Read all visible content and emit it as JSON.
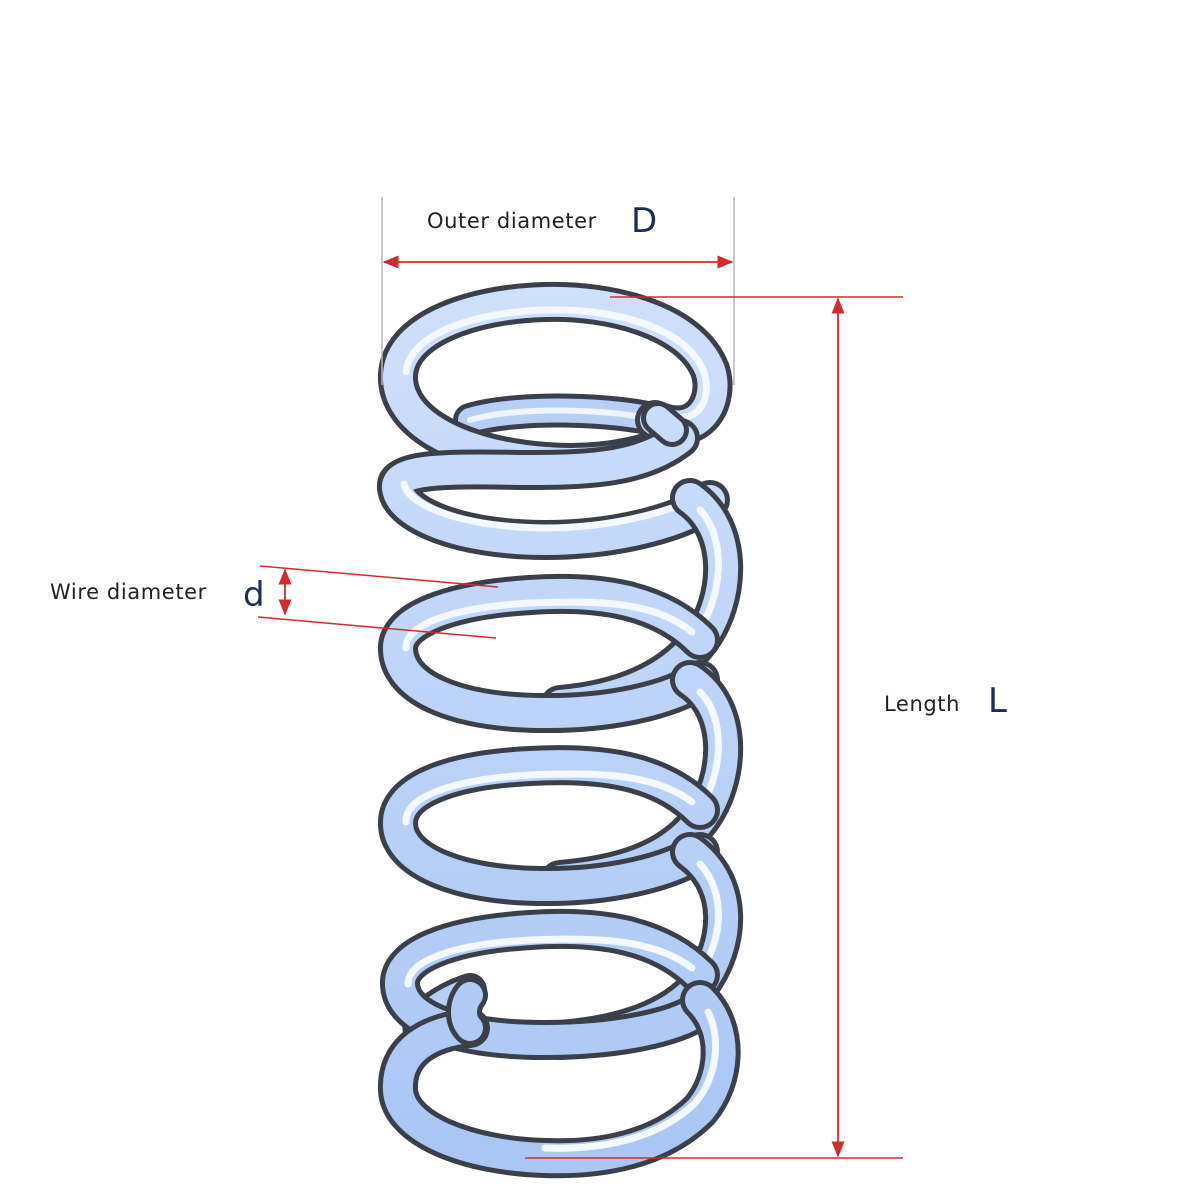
{
  "labels": {
    "outer_diameter": {
      "text": "Outer diameter",
      "symbol": "D"
    },
    "wire_diameter": {
      "text": "Wire diameter",
      "symbol": "d"
    },
    "length": {
      "text": "Length",
      "symbol": "L"
    }
  },
  "colors": {
    "dimension_line": "#d42a2a",
    "extension_line": "#b9b9b9",
    "label_text": "#222222",
    "symbol_text": "#1a2d5a",
    "spring_highlight": "#dceaff",
    "spring_mid": "#8fb4ee",
    "spring_shadow": "#3a3f4a"
  },
  "icons": {
    "spring": "compression-spring-icon",
    "arrow": "double-headed-arrow"
  }
}
